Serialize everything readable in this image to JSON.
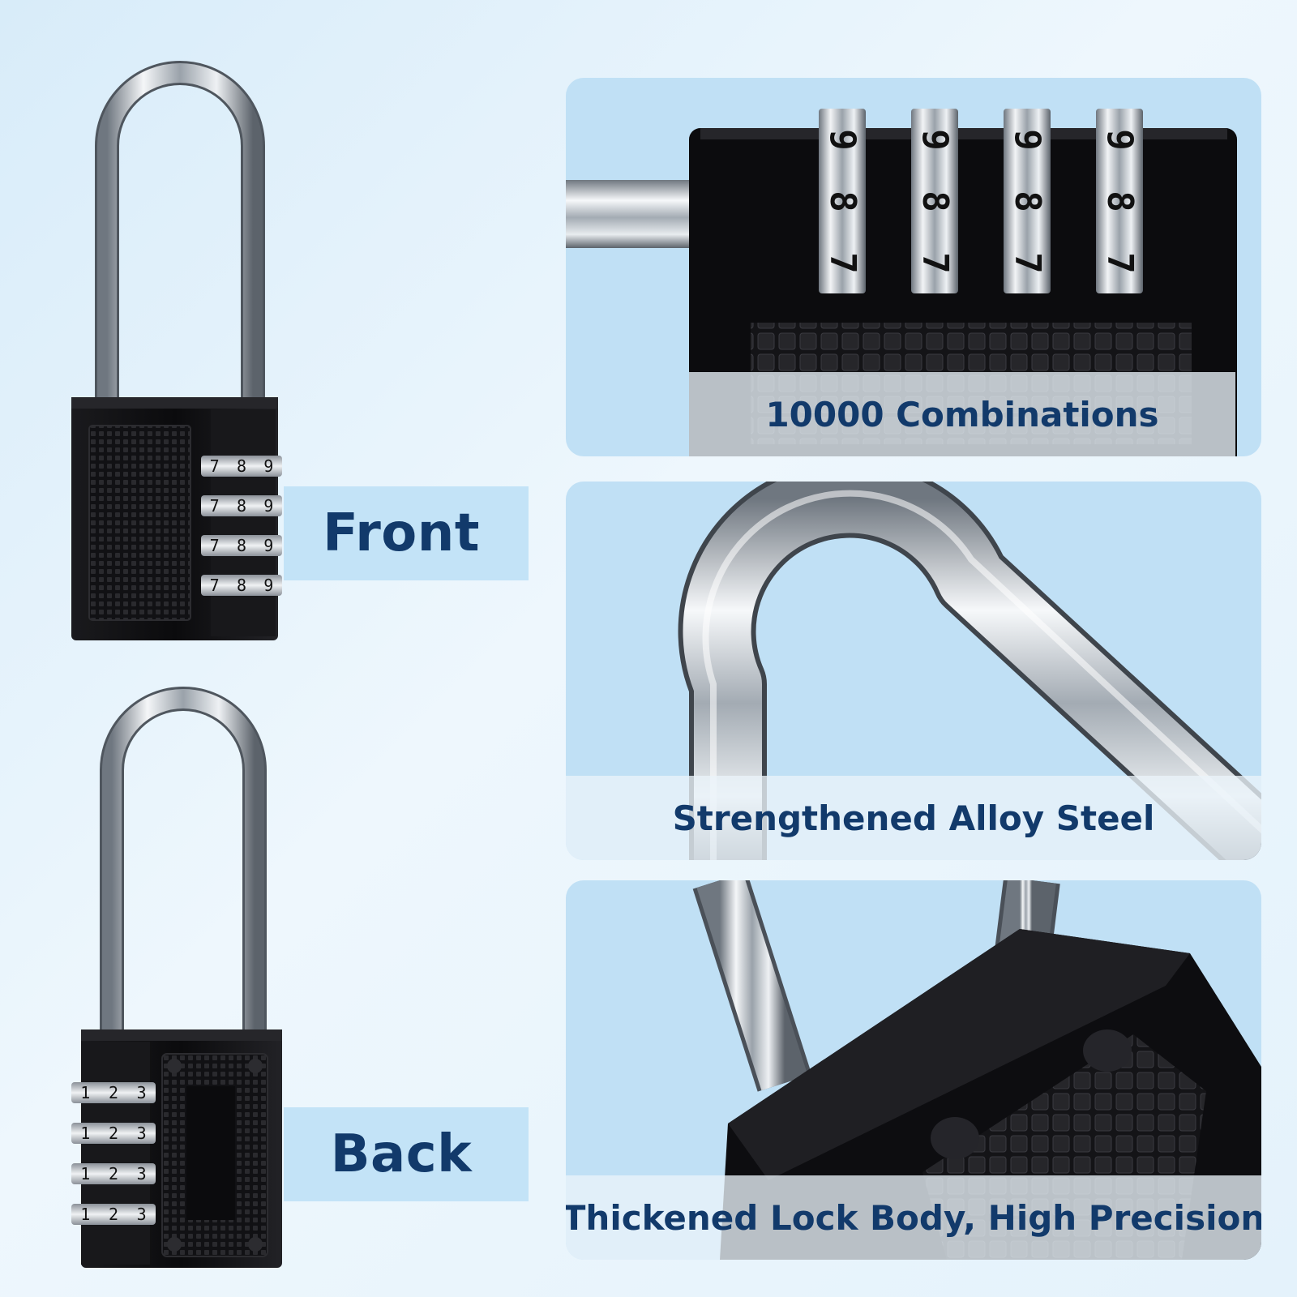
{
  "views": {
    "front_label": "Front",
    "back_label": "Back"
  },
  "front_dials": [
    "7",
    "8",
    "9"
  ],
  "back_dials": [
    "1",
    "2",
    "3"
  ],
  "features": [
    {
      "caption": "10000 Combinations",
      "dials": [
        "9",
        "8",
        "7"
      ]
    },
    {
      "caption": "Strengthened Alloy Steel"
    },
    {
      "caption": "Thickened Lock Body, High Precision"
    }
  ],
  "colors": {
    "caption_text": "#123a6b",
    "label_bg": "#c3e3f7",
    "panel_bg": "#c0e0f5",
    "lock_body": "#0d0d0f"
  }
}
